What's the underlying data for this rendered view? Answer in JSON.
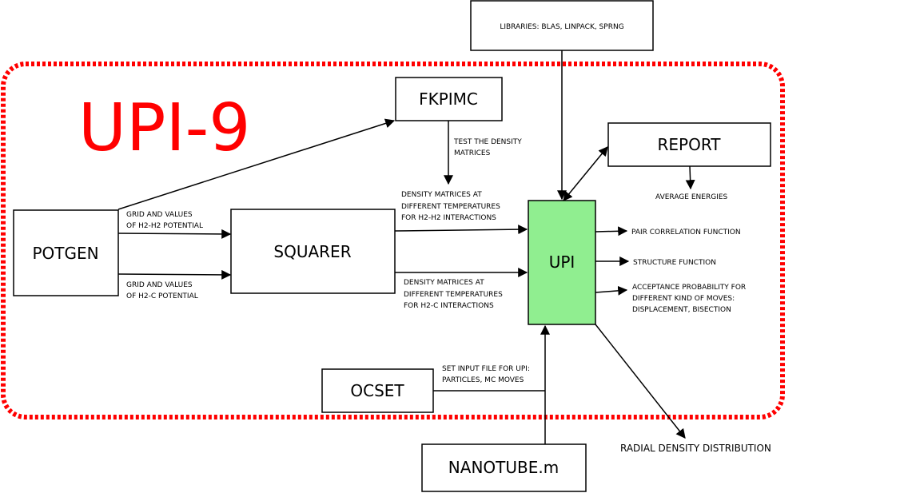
{
  "title": "UPI-9",
  "colors": {
    "title": "#ff0000",
    "frame": "#ff0000",
    "upi_fill": "#90ee90",
    "stroke": "#000000"
  },
  "nodes": {
    "libraries": "LIBRARIES: BLAS, LINPACK, SPRNG",
    "fkpimc": "FKPIMC",
    "report": "REPORT",
    "potgen": "POTGEN",
    "squarer": "SQUARER",
    "upi": "UPI",
    "ocset": "OCSET",
    "nanotube": "NANOTUBE.m"
  },
  "labels": {
    "test_density": [
      "TEST THE DENSITY",
      "MATRICES"
    ],
    "grid_h2h2": [
      "GRID  AND VALUES",
      "OF H2-H2  POTENTIAL"
    ],
    "grid_h2c": [
      "GRID  AND VALUES",
      "OF H2-C POTENTIAL"
    ],
    "dens_h2h2": [
      "DENSITY MATRICES AT",
      "DIFFERENT TEMPERATURES",
      "FOR H2-H2 INTERACTIONS"
    ],
    "dens_h2c": [
      "DENSITY MATRICES AT",
      "DIFFERENT TEMPERATURES",
      "FOR H2-C INTERACTIONS"
    ],
    "avg_energies": "AVERAGE ENERGIES",
    "pair_corr": "PAIR CORRELATION FUNCTION",
    "structure": "STRUCTURE FUNCTION",
    "acceptance": [
      "ACCEPTANCE PROBABILITY FOR",
      "DIFFERENT KIND OF MOVES:",
      "DISPLACEMENT, BISECTION"
    ],
    "set_input": [
      "SET INPUT FILE FOR UPI:",
      "PARTICLES, MC MOVES"
    ],
    "radial": "RADIAL DENSITY DISTRIBUTION"
  }
}
